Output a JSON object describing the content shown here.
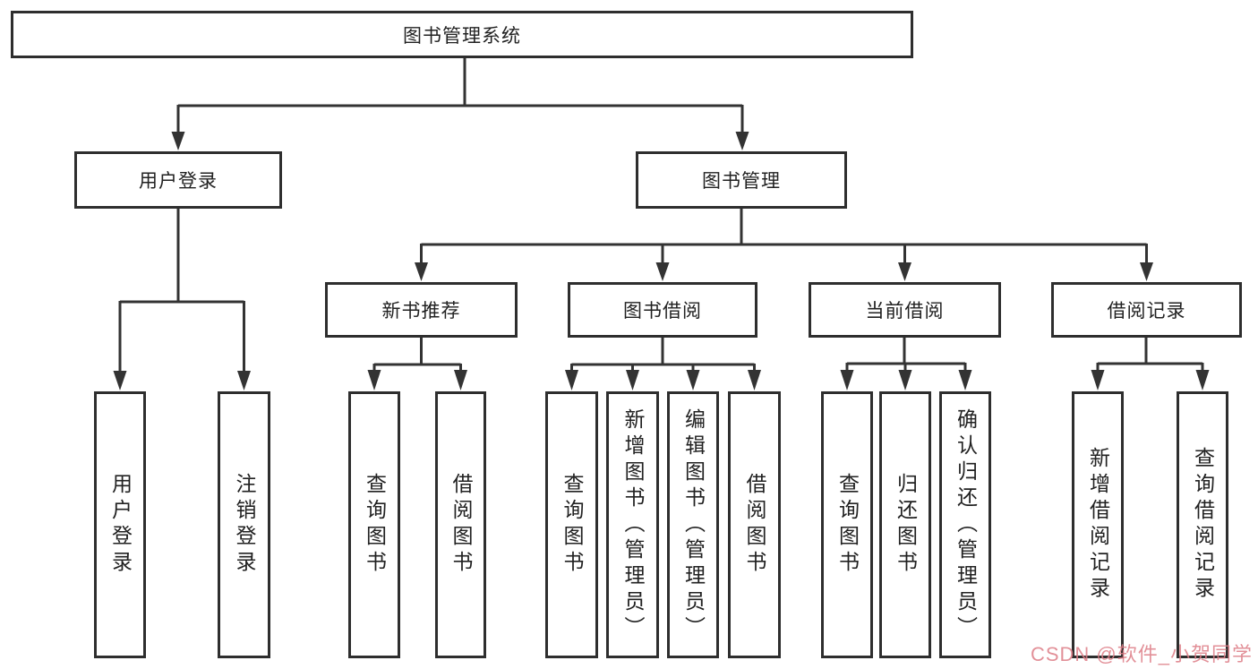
{
  "diagram": {
    "root": {
      "label": "图书管理系统"
    },
    "branches": [
      {
        "label": "用户登录",
        "children": [
          {
            "label": "用户登录"
          },
          {
            "label": "注销登录"
          }
        ]
      },
      {
        "label": "图书管理",
        "children": [
          {
            "label": "新书推荐",
            "children": [
              {
                "label": "查询图书"
              },
              {
                "label": "借阅图书"
              }
            ]
          },
          {
            "label": "图书借阅",
            "children": [
              {
                "label": "查询图书"
              },
              {
                "label": "新增图书（管理员）"
              },
              {
                "label": "编辑图书（管理员）"
              },
              {
                "label": "借阅图书"
              }
            ]
          },
          {
            "label": "当前借阅",
            "children": [
              {
                "label": "查询图书"
              },
              {
                "label": "归还图书"
              },
              {
                "label": "确认归还（管理员）"
              }
            ]
          },
          {
            "label": "借阅记录",
            "children": [
              {
                "label": "新增借阅记录"
              },
              {
                "label": "查询借阅记录"
              }
            ]
          }
        ]
      }
    ]
  },
  "watermark": {
    "text": "CSDN @软件_小贺同学",
    "color": "#de7d87"
  },
  "colors": {
    "background": "#ffffff",
    "line": "#333333",
    "border": "#2e2e2e",
    "text": "#212121"
  }
}
